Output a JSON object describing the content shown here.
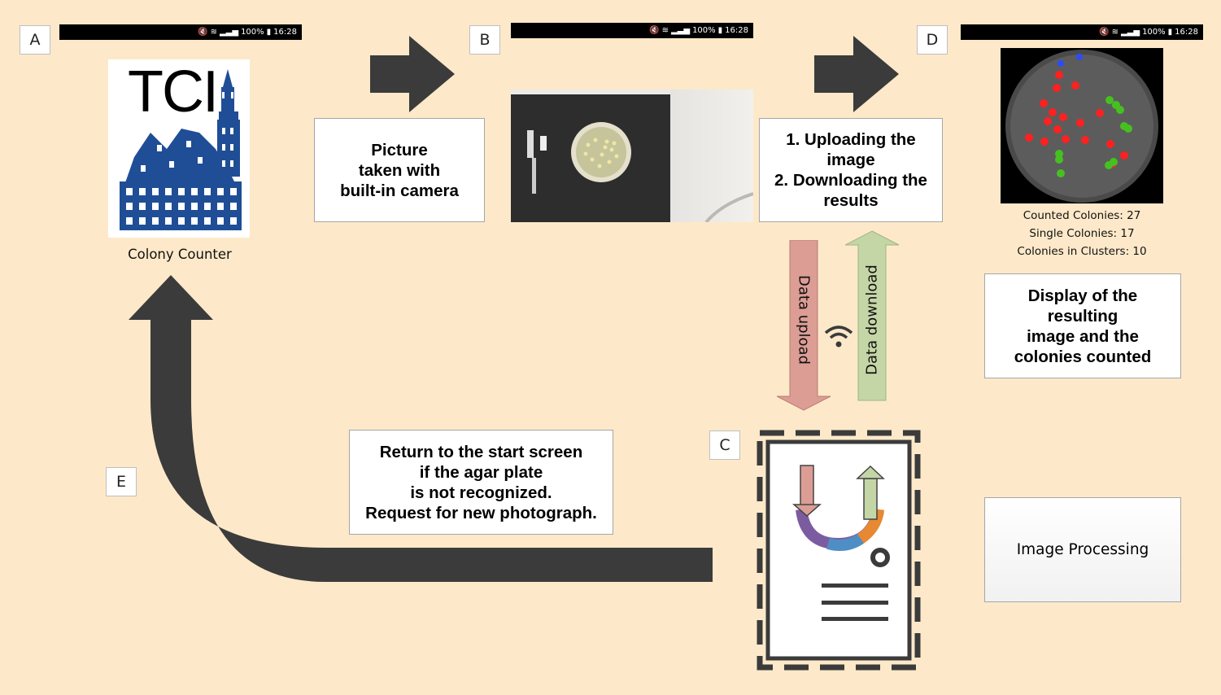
{
  "labels": {
    "a": "A",
    "b": "B",
    "c": "C",
    "d": "D",
    "e": "E"
  },
  "status_bar": {
    "battery": "100%",
    "time": "16:28"
  },
  "logo": {
    "text": "TCI",
    "caption": "Colony Counter"
  },
  "boxes": {
    "picture": "Picture\ntaken with\nbuilt-in camera",
    "upload_download": "1. Uploading the\nimage\n2. Downloading the\nresults",
    "display": "Display of the\nresulting\nimage and the\ncolonies counted",
    "return": "Return to the start screen\nif the agar plate\nis not recognized.\nRequest for new photograph.",
    "processing": "Image Processing"
  },
  "results": {
    "counted": "Counted Colonies: 27",
    "single": "Single Colonies: 17",
    "clusters": "Colonies in Clusters: 10"
  },
  "transfer": {
    "upload": "Data upload",
    "download": "Data download"
  },
  "colors": {
    "background": "#fde9c9",
    "arrow_dark": "#3b3b3b",
    "upload_arrow": "#dc9d95",
    "download_arrow": "#c5d6a6",
    "logo_blue": "#1f4e96",
    "colony_red": "#ff2020",
    "colony_green": "#46c020",
    "colony_blue": "#2a4cff"
  }
}
